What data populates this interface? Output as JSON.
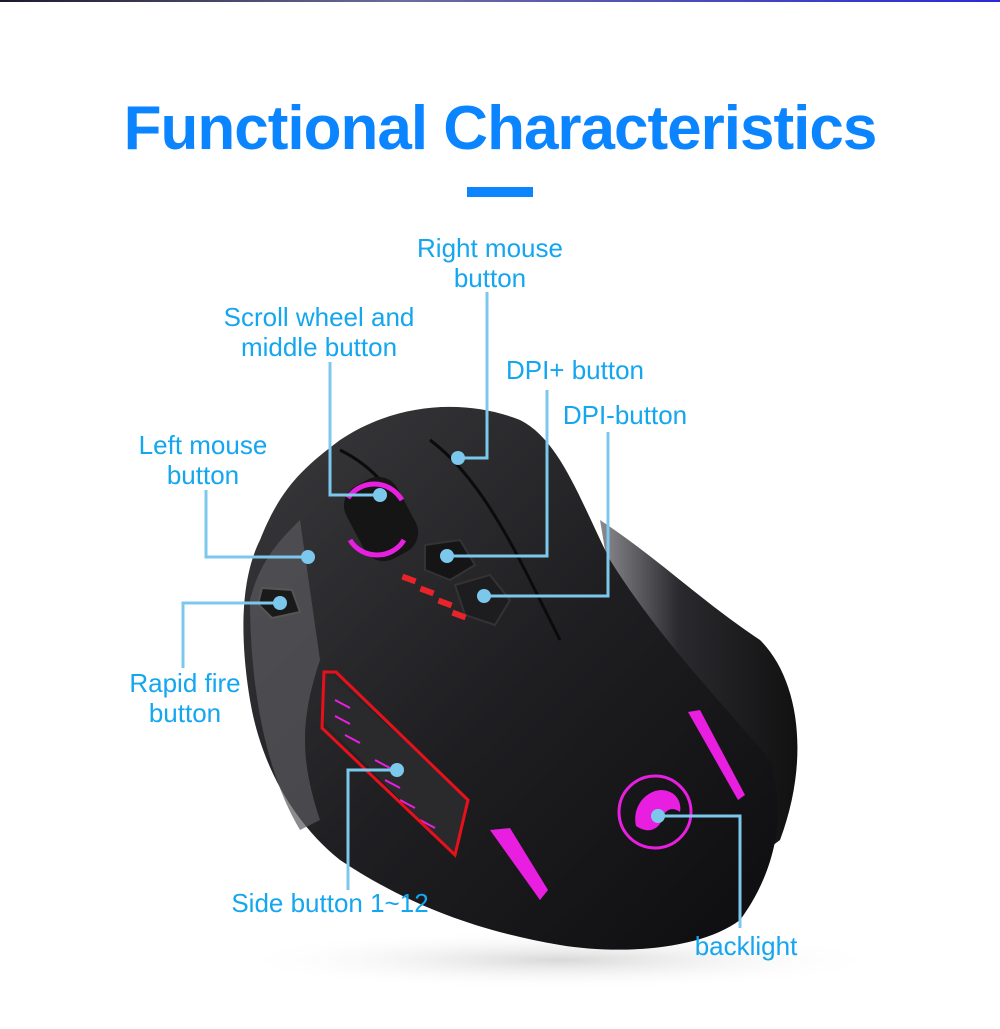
{
  "header": {
    "title": "Functional Characteristics"
  },
  "colors": {
    "title": "#0a84ff",
    "label": "#14a6ee",
    "leader_line": "#7cc8ec",
    "mouse_body": "#1c1c1e",
    "backlight": "#e81ee0",
    "dpi_led": "#e8232a",
    "side_button_outline": "#e8101a"
  },
  "callouts": [
    {
      "id": "right-mouse-button",
      "line1": "Right mouse",
      "line2": "button"
    },
    {
      "id": "scroll-wheel",
      "line1": "Scroll wheel and",
      "line2": "middle button"
    },
    {
      "id": "dpi-plus",
      "line1": "DPI+ button"
    },
    {
      "id": "dpi-minus",
      "line1": "DPI-button"
    },
    {
      "id": "left-mouse-button",
      "line1": "Left mouse",
      "line2": "button"
    },
    {
      "id": "rapid-fire",
      "line1": "Rapid fire",
      "line2": "button"
    },
    {
      "id": "side-buttons",
      "line1": "Side button 1~12"
    },
    {
      "id": "backlight",
      "line1": "backlight"
    }
  ]
}
